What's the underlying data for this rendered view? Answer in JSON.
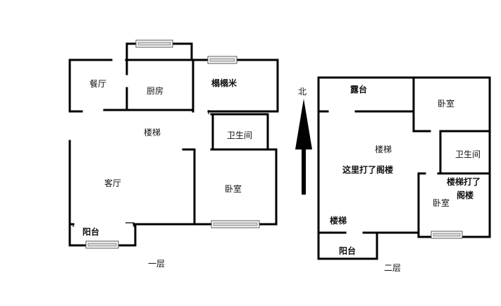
{
  "floor1": {
    "caption": "一层",
    "rooms": {
      "dining": "餐厅",
      "kitchen": "厨房",
      "tatami": "榻榻米",
      "stairs": "楼梯",
      "bathroom": "卫生间",
      "living": "客厅",
      "bedroom": "卧室",
      "balcony": "阳台"
    }
  },
  "floor2": {
    "caption": "二层",
    "rooms": {
      "terrace": "露台",
      "bedroom_top": "卧室",
      "stairs": "楼梯",
      "bathroom": "卫生间",
      "note_attic": "这里打了阁楼",
      "note_stairs_attic_1": "楼梯打了",
      "note_stairs_attic_2": "阁楼",
      "bedroom_bottom": "卧室",
      "stairs_lower": "楼梯",
      "balcony": "阳台"
    }
  },
  "north_label": "北"
}
